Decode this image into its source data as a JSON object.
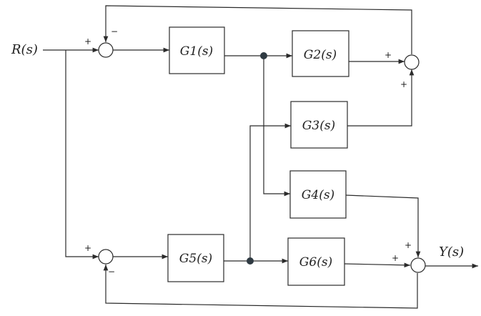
{
  "signals": {
    "input": "R(s)",
    "output": "Y(s)"
  },
  "blocks": {
    "g1": "G1(s)",
    "g2": "G2(s)",
    "g3": "G3(s)",
    "g4": "G4(s)",
    "g5": "G5(s)",
    "g6": "G6(s)"
  },
  "signs": {
    "sum1_in": "+",
    "sum1_fb": "−",
    "sum2_top": "+",
    "sum2_bottom": "+",
    "sum3_in": "+",
    "sum3_fb": "−",
    "sum4_top": "+",
    "sum4_left": "+"
  }
}
